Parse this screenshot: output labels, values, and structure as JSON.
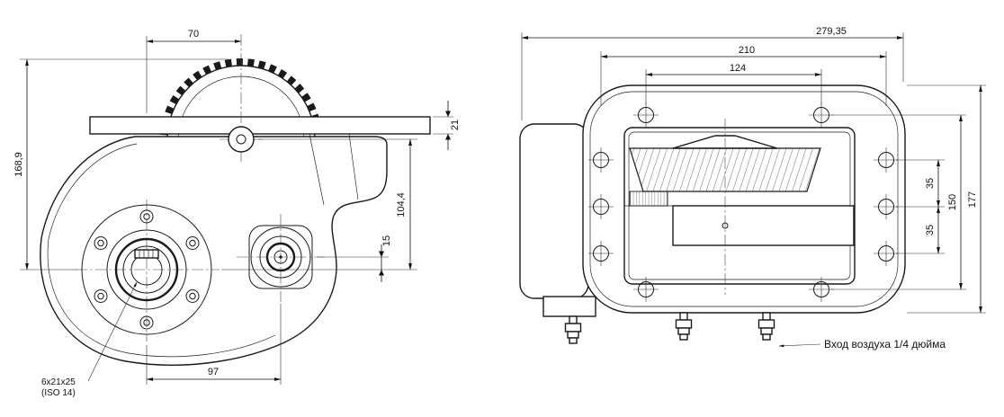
{
  "left_view": {
    "dims": {
      "gear_center_offset": "70",
      "plate_thickness": "21",
      "overall_height": "168,9",
      "shaft_center_height": "104,4",
      "center_offset": "15",
      "shaft_spacing": "97"
    },
    "spline_note": {
      "line1": "6x21x25",
      "line2": "(ISO 14)"
    }
  },
  "right_view": {
    "dims": {
      "overall_width": "279,35",
      "bolt_pattern_width": "210",
      "top_hole_spacing": "124",
      "side_hole_gap_upper": "35",
      "side_hole_gap_lower": "35",
      "bolt_pattern_height": "150",
      "overall_height": "177"
    },
    "air_inlet_label": "Вход воздуха 1/4 дюйма"
  }
}
